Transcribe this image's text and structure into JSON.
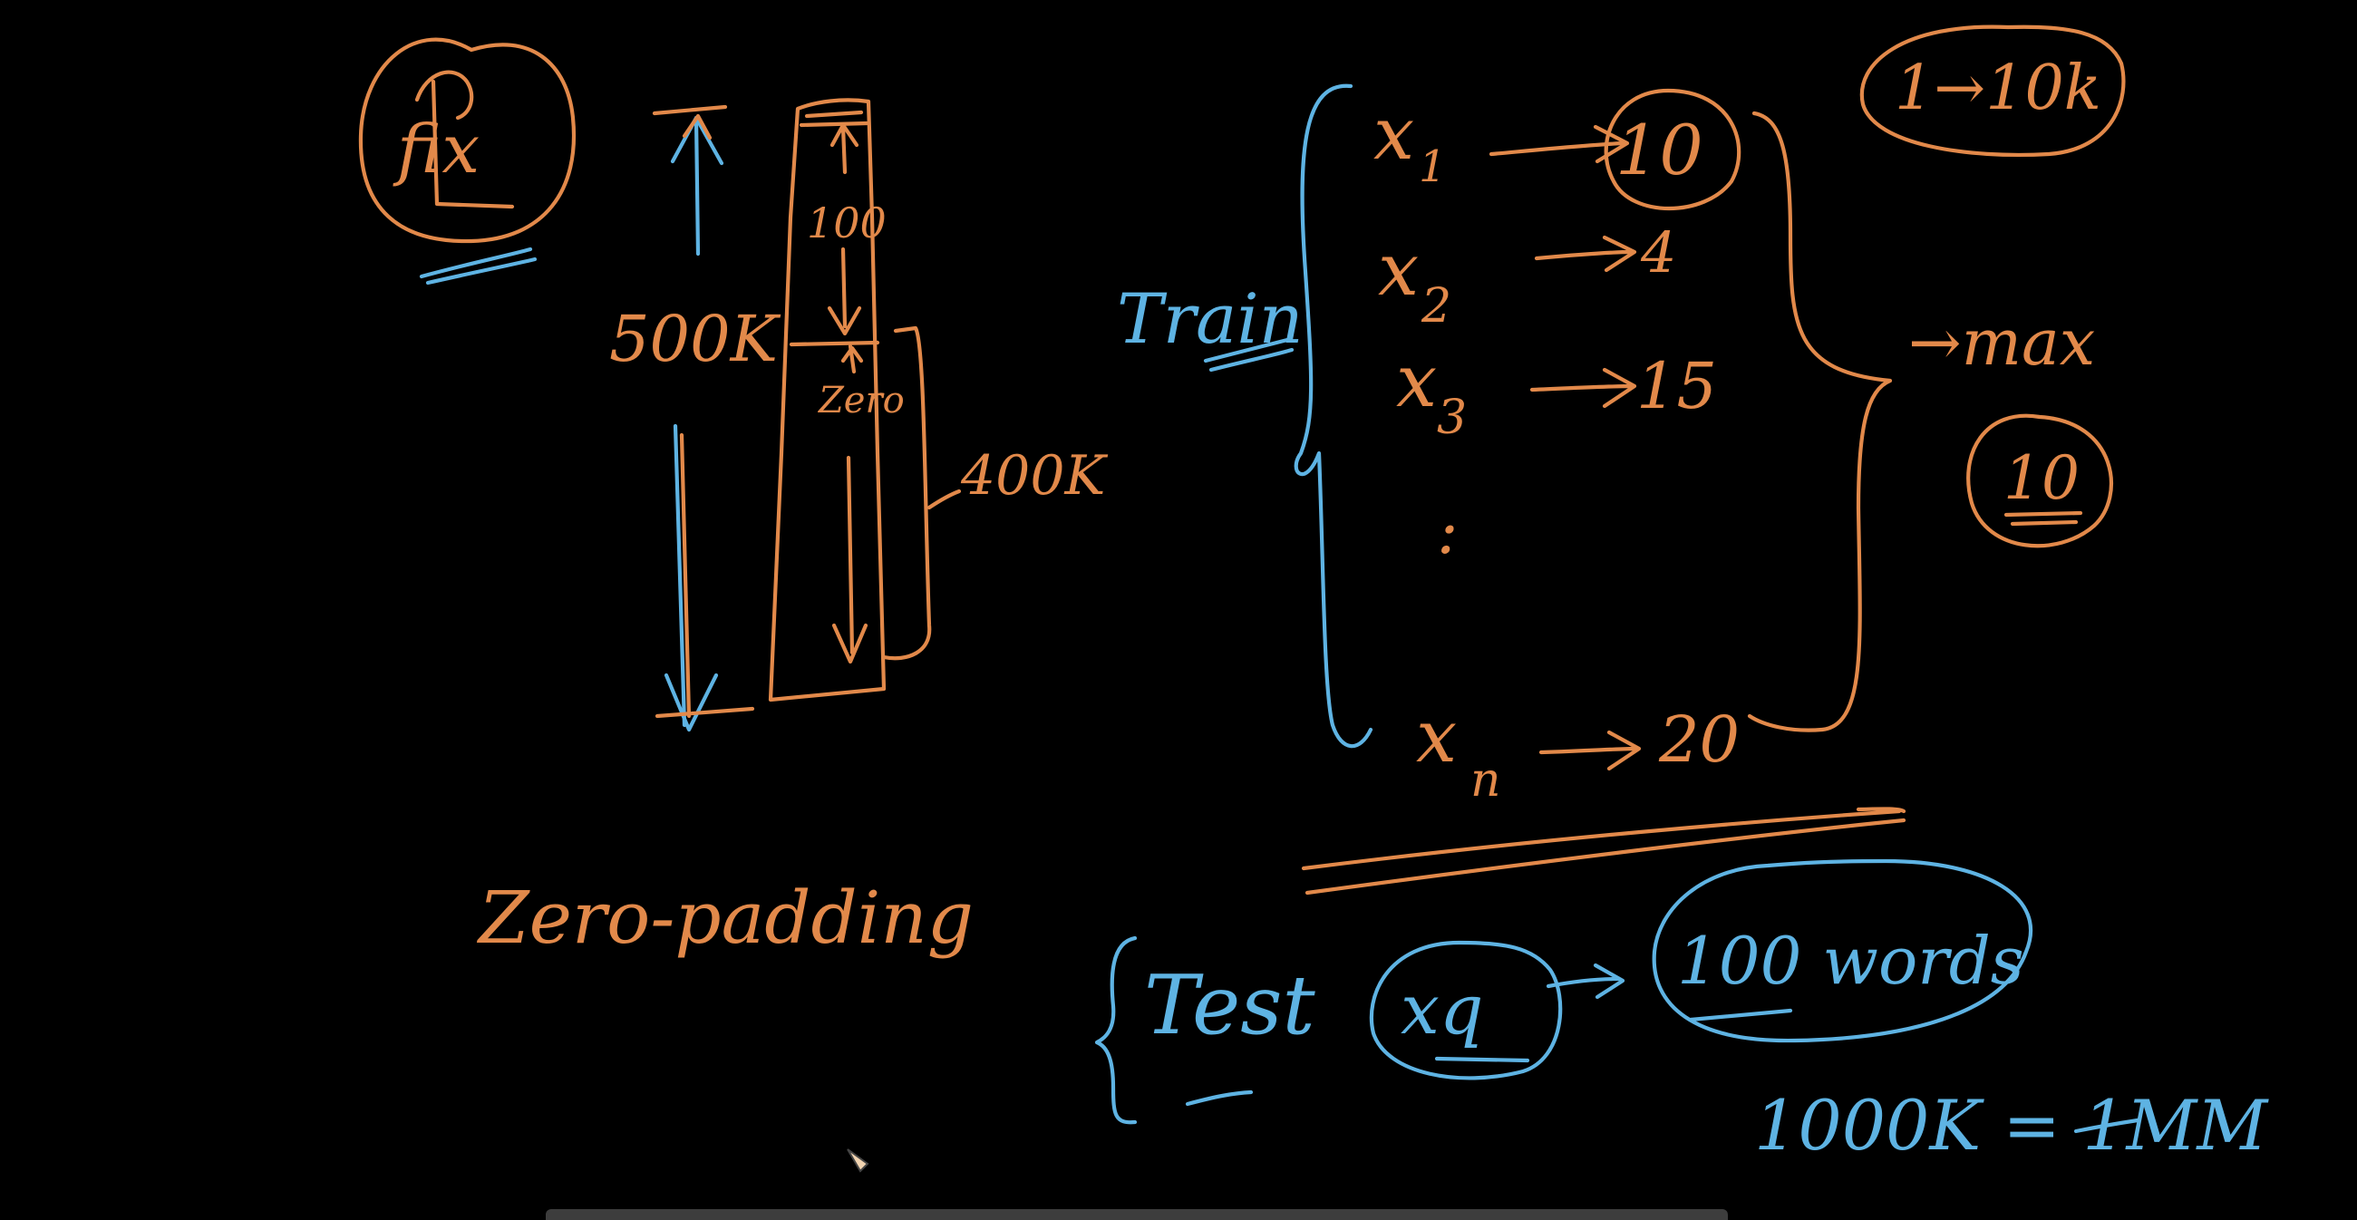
{
  "board": {
    "background": "#000000",
    "ink_colors": {
      "orange": "#e2894a",
      "blue": "#5eb3e3"
    },
    "left": {
      "fix": "fix",
      "length_label": "500K",
      "box_top": "100",
      "box_zero": "Zero",
      "bracket_label": "400K",
      "method": "Zero-padding"
    },
    "train": {
      "label": "Train",
      "rows": [
        {
          "x": "x",
          "sub": "1",
          "value": "10"
        },
        {
          "x": "x",
          "sub": "2",
          "value": "4"
        },
        {
          "x": "x",
          "sub": "3",
          "value": "15"
        },
        {
          "x": ":",
          "sub": "",
          "value": ""
        },
        {
          "x": "x",
          "sub": "n",
          "value": "20"
        }
      ],
      "range_label": "1→10k",
      "max_label": "→max",
      "max_value": "10"
    },
    "test": {
      "label": "Test",
      "query": "xq",
      "words": "100 words",
      "equation": "1000K = 1MM"
    },
    "tools": {
      "cursor": "pen-cursor-icon"
    }
  }
}
